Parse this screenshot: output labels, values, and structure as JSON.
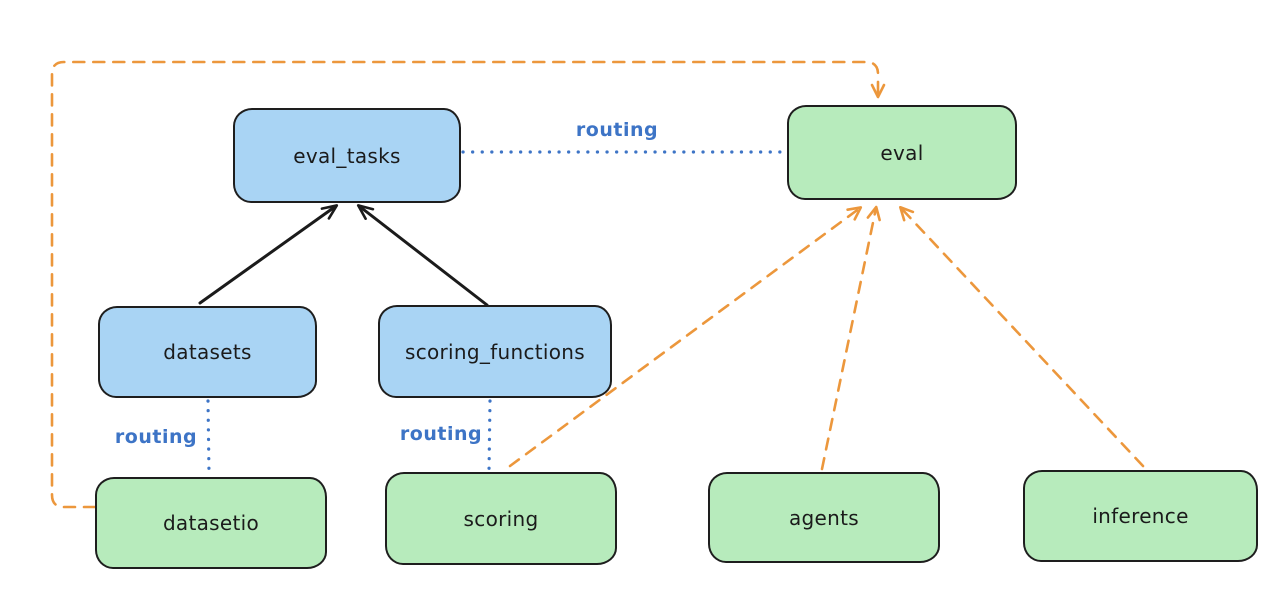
{
  "diagram": {
    "nodes": [
      {
        "id": "eval_tasks",
        "label": "eval_tasks",
        "fill": "#a9d4f4"
      },
      {
        "id": "eval",
        "label": "eval",
        "fill": "#b7ebbc"
      },
      {
        "id": "datasets",
        "label": "datasets",
        "fill": "#a9d4f4"
      },
      {
        "id": "scoring_functions",
        "label": "scoring_functions",
        "fill": "#a9d4f4"
      },
      {
        "id": "datasetio",
        "label": "datasetio",
        "fill": "#b7ebbc"
      },
      {
        "id": "scoring",
        "label": "scoring",
        "fill": "#b7ebbc"
      },
      {
        "id": "agents",
        "label": "agents",
        "fill": "#b7ebbc"
      },
      {
        "id": "inference",
        "label": "inference",
        "fill": "#b7ebbc"
      }
    ],
    "edges": [
      {
        "from": "datasets",
        "to": "eval_tasks",
        "style": "solid-black-arrow",
        "label": ""
      },
      {
        "from": "scoring_functions",
        "to": "eval_tasks",
        "style": "solid-black-arrow",
        "label": ""
      },
      {
        "from": "eval_tasks",
        "to": "eval",
        "style": "dotted-blue",
        "label": "routing"
      },
      {
        "from": "datasets",
        "to": "datasetio",
        "style": "dotted-blue",
        "label": "routing"
      },
      {
        "from": "scoring_functions",
        "to": "scoring",
        "style": "dotted-blue",
        "label": "routing"
      },
      {
        "from": "datasetio",
        "to": "eval",
        "style": "dashed-orange-arrow",
        "label": ""
      },
      {
        "from": "scoring",
        "to": "eval",
        "style": "dashed-orange-arrow",
        "label": ""
      },
      {
        "from": "agents",
        "to": "eval",
        "style": "dashed-orange-arrow",
        "label": ""
      },
      {
        "from": "inference",
        "to": "eval",
        "style": "dashed-orange-arrow",
        "label": ""
      }
    ],
    "colors": {
      "node_border": "#1e1e1e",
      "blue_node_fill": "#a9d4f4",
      "green_node_fill": "#b7ebbc",
      "routing_blue": "#3d74c6",
      "orange_dashed": "#ec973c",
      "black_arrow": "#1b1b1b",
      "background": "#ffffff"
    }
  }
}
